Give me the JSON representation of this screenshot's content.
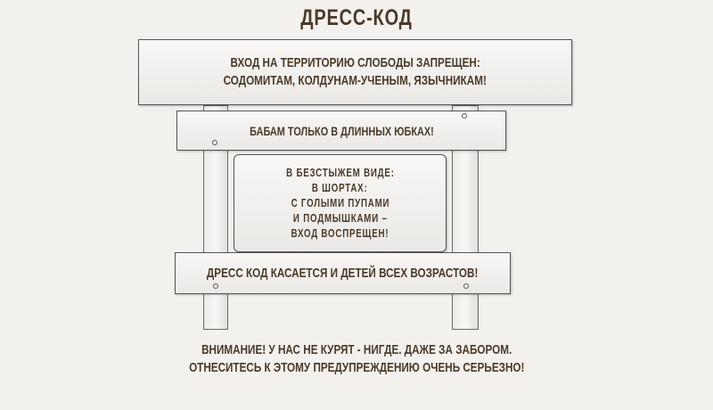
{
  "title": "Дресс-код",
  "signs": {
    "top": [
      "Вход на территорию слободы запрещен:",
      "содомитам, колдунам-ученым, язычникам!"
    ],
    "second": "Бабам только в длинных юбках!",
    "middle": [
      "В безстыжем виде:",
      "в шортах:",
      "с голыми пупами",
      "и подмышками –",
      "Вход воспрещен!"
    ],
    "bottom": "Дресс код касается и детей всех возрастов!"
  },
  "footer": [
    "Внимание! У нас не курят - нигде. Даже за забором.",
    "Отнеситесь к этому предупреждению очень серьезно!"
  ]
}
